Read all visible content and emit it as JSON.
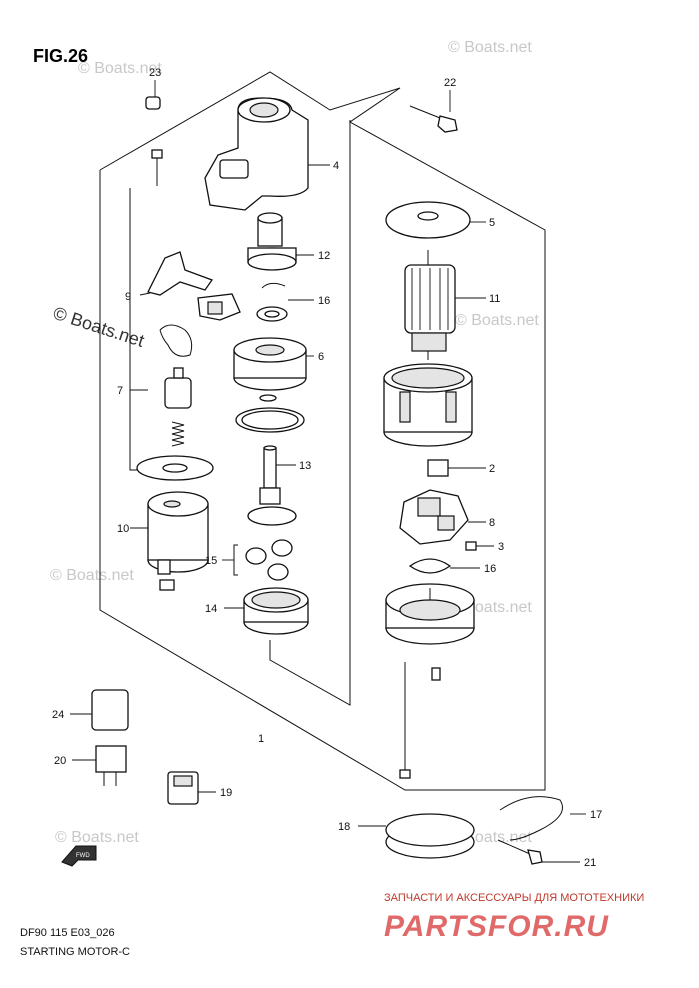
{
  "figure": {
    "title": "FIG.26",
    "code": "DF90 115 E03_026",
    "subtitle": "STARTING MOTOR-C"
  },
  "callouts": [
    {
      "key": "23",
      "label": "23"
    },
    {
      "key": "22",
      "label": "22"
    },
    {
      "key": "4",
      "label": "4"
    },
    {
      "key": "5",
      "label": "5"
    },
    {
      "key": "12",
      "label": "12"
    },
    {
      "key": "11",
      "label": "11"
    },
    {
      "key": "9",
      "label": "9"
    },
    {
      "key": "16a",
      "label": "16"
    },
    {
      "key": "6",
      "label": "6"
    },
    {
      "key": "7",
      "label": "7"
    },
    {
      "key": "13",
      "label": "13"
    },
    {
      "key": "2",
      "label": "2"
    },
    {
      "key": "8",
      "label": "8"
    },
    {
      "key": "3",
      "label": "3"
    },
    {
      "key": "10",
      "label": "10"
    },
    {
      "key": "16b",
      "label": "16"
    },
    {
      "key": "15",
      "label": "15"
    },
    {
      "key": "14",
      "label": "14"
    },
    {
      "key": "1",
      "label": "1"
    },
    {
      "key": "24",
      "label": "24"
    },
    {
      "key": "20",
      "label": "20"
    },
    {
      "key": "19",
      "label": "19"
    },
    {
      "key": "18",
      "label": "18"
    },
    {
      "key": "17",
      "label": "17"
    },
    {
      "key": "21",
      "label": "21"
    }
  ],
  "watermarks": {
    "main": "© Boats.net",
    "repeat": "© Boats.net"
  },
  "fwd_mark": "FWD",
  "shop": {
    "tagline": "ЗАПЧАСТИ И АКСЕССУАРЫ ДЛЯ МОТОТЕХНИКИ",
    "brand": "PARTSFOR.RU"
  }
}
